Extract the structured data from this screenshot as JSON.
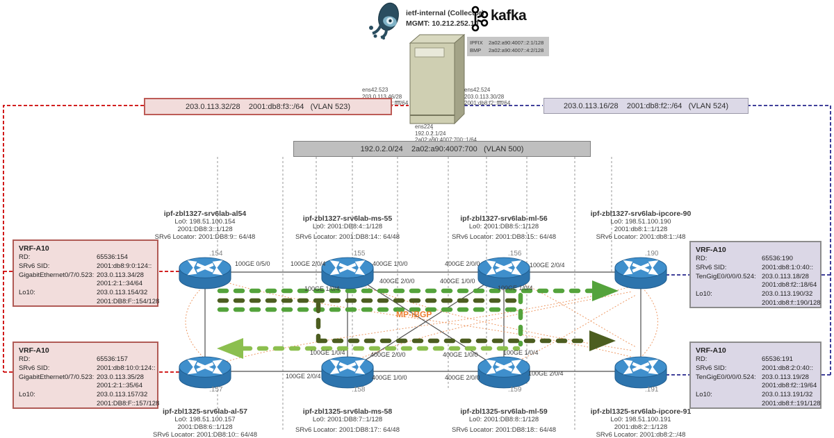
{
  "collector": {
    "name": "ietf-internal (Collector)",
    "mgmt": "MGMT: 10.212.252.10",
    "kafka_label": "kafka",
    "telemetry": {
      "ipfix_label": "IPFIX",
      "ipfix_addr": "2a02:a90:4007::2:1/128",
      "bmp_label": "BMP",
      "bmp_addr": "2a02:a90:4007::4:2/128"
    },
    "ens_left": {
      "name": "ens42.523",
      "v4": "203.0.113.46/28",
      "v6": "2001:db8:f3::ffff/64"
    },
    "ens_right": {
      "name": "ens42.524",
      "v4": "203.0.113.30/28",
      "v6": "2001:db8:f2::ffff/64"
    },
    "ens_bottom": {
      "name": "ens224",
      "v4": "192.0.2.1/24",
      "v6": "2a02:a90:4007:700::1/64"
    }
  },
  "vlan_bars": {
    "v523": "203.0.113.32/28    2001:db8:f3::/64   (VLAN 523)",
    "v524": "203.0.113.16/28    2001:db8:f2::/64   (VLAN 524)",
    "v500": "192.0.2.0/24    2a02:a90:4007:700   (VLAN 500)"
  },
  "mpibgp_label": "MP-iBGP",
  "routers": [
    {
      "number": ".154",
      "title": "ipf-zbl1327-srv6lab-al54",
      "lines": [
        "Lo0: 198.51.100.154",
        "2001:DB8:3::1/128",
        "SRv6 Locator: 2001:DB8:9:: 64/48"
      ]
    },
    {
      "number": ".155",
      "title": "ipf-zbl1327-srv6lab-ms-55",
      "lines": [
        "Lo0: 2001:DB8:4::1/128",
        "SRv6 Locator: 2001:DB8:14:: 64/48"
      ]
    },
    {
      "number": ".156",
      "title": "ipf-zbl1327-srv6lab-ml-56",
      "lines": [
        "Lo0: 2001:DB8:5::1/128",
        "SRv6 Locator: 2001:DB8:15:: 64/48"
      ]
    },
    {
      "number": ".190",
      "title": "ipf-zbl1327-srv6lab-ipcore-90",
      "lines": [
        "Lo0: 198.51.100.190",
        "2001:db8:1::1/128",
        "SRv6 Locator: 2001:db8:1::/48"
      ]
    },
    {
      "number": ".157",
      "title": "ipf-zbl1325-srv6lab-al-57",
      "lines": [
        "Lo0: 198.51.100.157",
        "2001:DB8:6::1/128",
        "SRv6 Locator: 2001:DB8:10:: 64/48"
      ]
    },
    {
      "number": ".158",
      "title": "ipf-zbl1325-srv6lab-ms-58",
      "lines": [
        "Lo0: 2001:DB8:7::1/128",
        "SRv6 Locator: 2001:DB8:17:: 64/48"
      ]
    },
    {
      "number": ".159",
      "title": "ipf-zbl1325-srv6lab-ml-59",
      "lines": [
        "Lo0: 2001:DB8:8::1/128",
        "SRv6 Locator: 2001:DB8:18:: 64/48"
      ]
    },
    {
      "number": ".191",
      "title": "ipf-zbl1325-srv6lab-ipcore-91",
      "lines": [
        "Lo0: 198.51.100.191",
        "2001:db8:2::1/128",
        "SRv6 Locator: 2001:db8:2::/48"
      ]
    }
  ],
  "vrfs": [
    {
      "title": "VRF-A10",
      "rows": [
        [
          "RD:",
          "65536:154"
        ],
        [
          "SRv6 SID:",
          "2001:db8:9:0:124::"
        ],
        [
          "GigabitEthernet0/7/0.523:",
          "203.0.113.34/28"
        ],
        [
          "",
          "2001:2:1::34/64"
        ],
        [
          "Lo10:",
          "203.0.113.154/32"
        ],
        [
          "",
          "2001:DB8:F::154/128"
        ]
      ]
    },
    {
      "title": "VRF-A10",
      "rows": [
        [
          "RD:",
          "65536:157"
        ],
        [
          "SRv6 SID:",
          "2001:db8:10:0:124::"
        ],
        [
          "GigabitEthernet0/7/0.523:",
          "203.0.113.35/28"
        ],
        [
          "",
          "2001:2:1::35/64"
        ],
        [
          "Lo10:",
          "203.0.113.157/32"
        ],
        [
          "",
          "2001:DB8:F::157/128"
        ]
      ]
    },
    {
      "title": "VRF-A10",
      "rows": [
        [
          "RD:",
          "65536:190"
        ],
        [
          "SRv6 SID:",
          "2001:db8:1:0:40::"
        ],
        [
          "TenGigE0/0/0/0.524:",
          "203.0.113.18/28"
        ],
        [
          "",
          "2001:db8:f2::18/64"
        ],
        [
          "Lo10:",
          "203.0.113.190/32"
        ],
        [
          "",
          "2001:db8:f::190/128"
        ]
      ]
    },
    {
      "title": "VRF-A10",
      "rows": [
        [
          "RD:",
          "65536:191"
        ],
        [
          "SRv6 SID:",
          "2001:db8:2:0:40::"
        ],
        [
          "TenGigE0/0/0/0.524:",
          "203.0.113.19/28"
        ],
        [
          "",
          "2001:db8:f2::19/64"
        ],
        [
          "Lo10:",
          "203.0.113.191/32"
        ],
        [
          "",
          "2001:db8:f::191/128"
        ]
      ]
    }
  ],
  "iflabels": [
    "100GE 0/5/0",
    "100GE 2/0/4",
    "400GE 1/0/0",
    "400GE 2/0/0",
    "100GE 2/0/4",
    "400GE 2/0/0",
    "400GE 1/0/0",
    "100GE 1/0/4",
    "100GE 1/0/4",
    "100GE 1/0/4",
    "400GE 2/0/0",
    "400GE 1/0/0",
    "100GE 1/0/4",
    "100GE 2/0/4",
    "400GE 1/0/0",
    "400GE 2/0/0",
    "100GE 2/0/4"
  ],
  "colors": {
    "flow_green": "#54a33c",
    "flow_olive": "#4c5d20",
    "flow_light": "#8cbf4f",
    "ibgp_orange": "#ee9a66",
    "vlan523_line": "#cc0000",
    "vlan524_line": "#26268c",
    "vlan523_accent": "#bd5b56",
    "vlan524_accent": "#9a98a8",
    "router_blue": "#3f8fcc"
  }
}
